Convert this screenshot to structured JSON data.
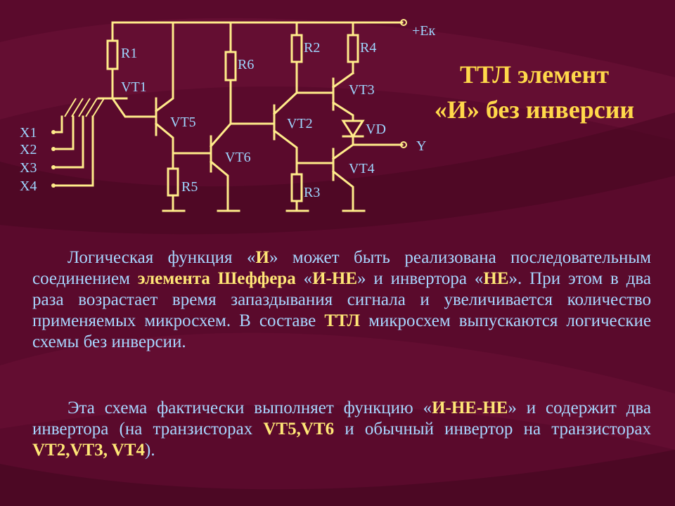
{
  "title": {
    "line1": "ТТЛ элемент",
    "line2": "«И» без инверсии"
  },
  "circuit": {
    "supply": "+Eк",
    "output": "Y",
    "inputs": [
      "X1",
      "X2",
      "X3",
      "X4"
    ],
    "resistors": [
      "R1",
      "R2",
      "R3",
      "R4",
      "R5",
      "R6"
    ],
    "transistors": [
      "VT1",
      "VT2",
      "VT3",
      "VT4",
      "VT5",
      "VT6"
    ],
    "diode": "VD"
  },
  "paragraph1": {
    "s1": "Логическая функция «",
    "e1": "И",
    "s2": "» может быть реализована последовательным соединением ",
    "e2": "элемента Шеффера",
    "s3": " «",
    "e3": "И-НЕ",
    "s4": "» и инвертора «",
    "e4": "НЕ",
    "s5": "». При этом в два раза возрастает время запаздывания сигнала и увеличивается количество применяемых микросхем. В составе ",
    "e5": "ТТЛ",
    "s6": " микросхем выпускаются логические схемы без инверсии."
  },
  "paragraph2": {
    "s1": "Эта схема фактически выполняет функцию «",
    "e1": "И-НЕ-НЕ",
    "s2": "» и содержит два инвертора (на транзисторах ",
    "e2": "VT5,VT6",
    "s3": " и обычный инвертор на транзисторах ",
    "e3": "VT2,VT3, VT4",
    "s4": ")."
  }
}
